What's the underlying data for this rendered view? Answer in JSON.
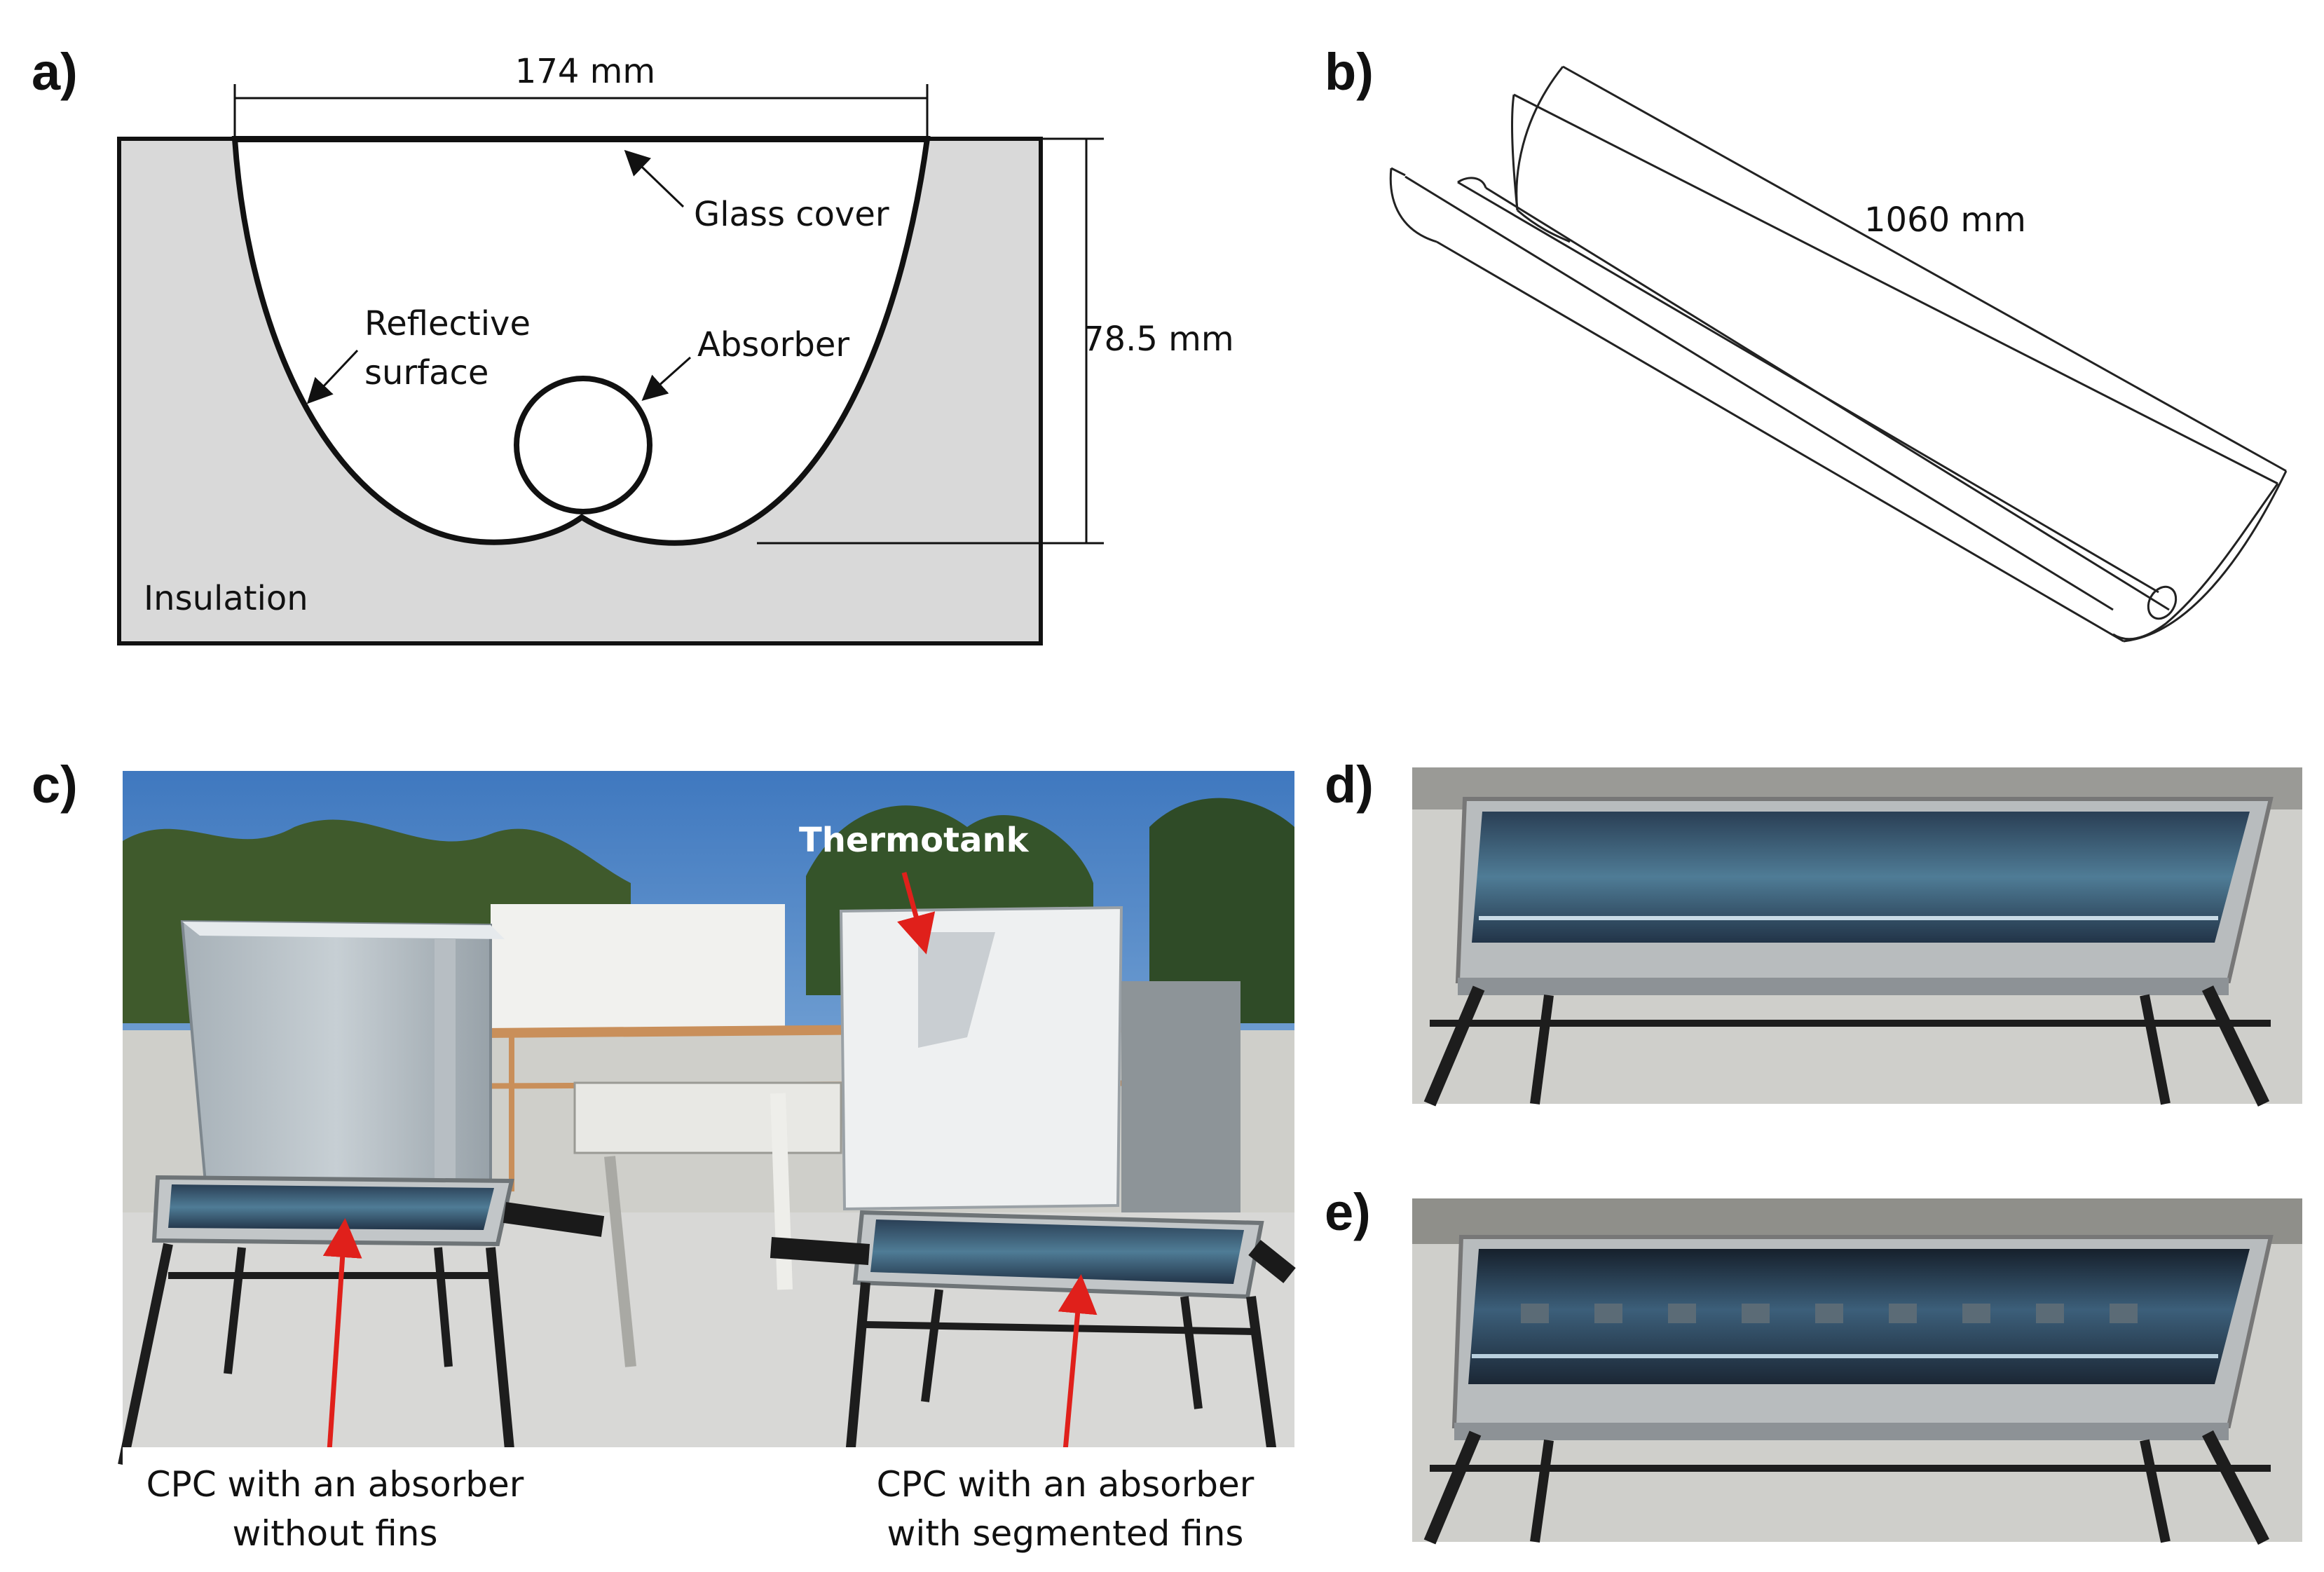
{
  "panels": {
    "a": {
      "label": "a)",
      "width_label": "174 mm",
      "height_label": "78.5 mm",
      "glass_cover_label": "Glass cover",
      "reflective_label_line1": "Reflective",
      "reflective_label_line2": "surface",
      "absorber_label": "Absorber",
      "insulation_label": "Insulation"
    },
    "b": {
      "label": "b)",
      "length_label": "1060 mm"
    },
    "c": {
      "label": "c)",
      "thermotank_label": "Thermotank",
      "left_caption_line1": "CPC with an absorber",
      "left_caption_line2": "without fins",
      "right_caption_line1": "CPC with an absorber",
      "right_caption_line2": "with segmented fins"
    },
    "d": {
      "label": "d)"
    },
    "e": {
      "label": "e)"
    }
  },
  "colors": {
    "insulation_fill": "#d9d9d9",
    "outline": "#111111",
    "arrow_red": "#e0201b",
    "sky": "#4d86c6",
    "roof": "#d8d8d6",
    "frame": "#555555"
  }
}
